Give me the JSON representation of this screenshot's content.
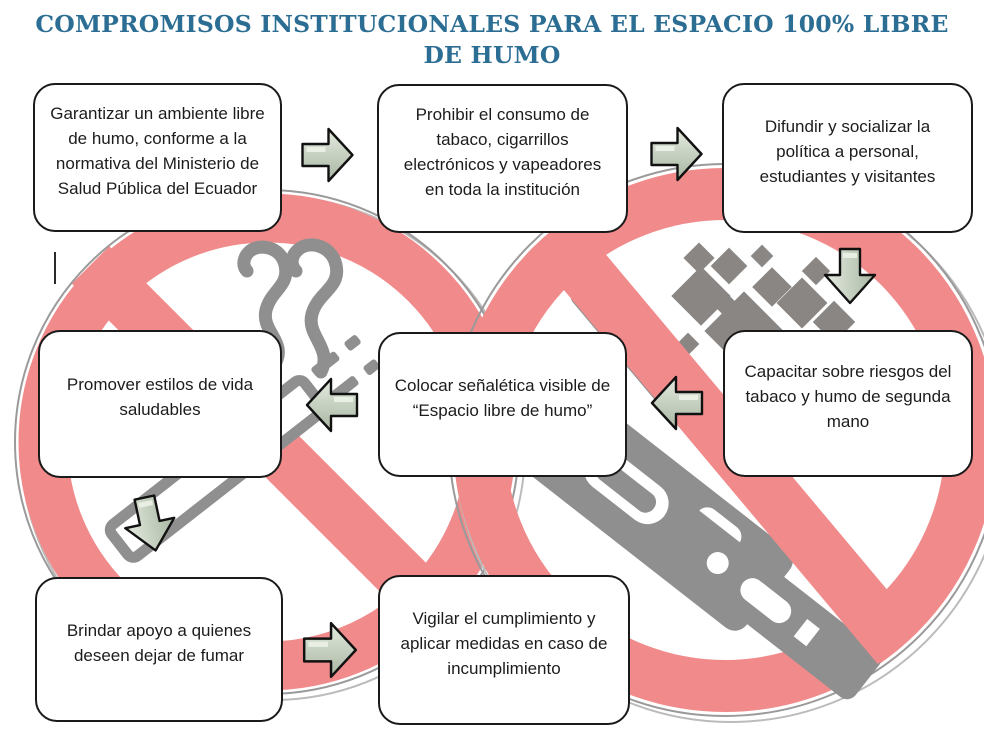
{
  "title": {
    "line1": "COMPROMISOS INSTITUCIONALES PARA EL ESPACIO 100% LIBRE",
    "line2": "DE HUMO"
  },
  "steps": [
    {
      "text": "Garantizar un ambiente libre de humo, conforme a la normativa del Ministerio de Salud Pública del Ecuador"
    },
    {
      "text": "Prohibir el consumo de tabaco, cigarrillos electrónicos y vapeadores en toda la institución"
    },
    {
      "text": "Difundir y socializar la política a personal, estudiantes y visitantes"
    },
    {
      "text": "Capacitar sobre riesgos del tabaco y humo de segunda mano"
    },
    {
      "text": "Colocar señalética visible de “Espacio libre de humo”"
    },
    {
      "text": "Promover estilos de vida saludables"
    },
    {
      "text": "Brindar apoyo a quienes deseen dejar de fumar"
    },
    {
      "text": "Vigilar el cumplimiento y aplicar medidas en caso de incumplimiento"
    }
  ],
  "icons": {
    "flow_arrows": [
      "arrow-right-icon",
      "arrow-down-icon",
      "arrow-left-icon"
    ],
    "background_signs": [
      "no-smoking-sign",
      "no-vaping-sign"
    ]
  },
  "colors": {
    "pink": "#F18B8B",
    "gray": "#8F8F8F",
    "title": "#2B6D93",
    "arrow-mid": "#C9D3C4",
    "border": "#1A1A1A"
  }
}
